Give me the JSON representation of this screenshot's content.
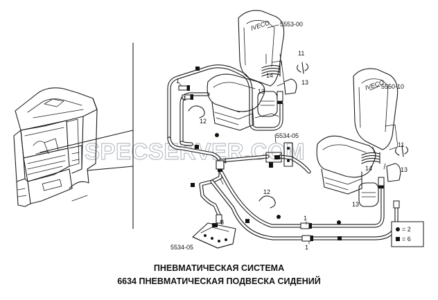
{
  "labels": {
    "seat_top_code": "5553-00",
    "seat_right_code": "5550-10",
    "valve_code": "5534-05",
    "bottom_code": "5534-05",
    "n11a": "11",
    "n14a": "14",
    "n13a": "13",
    "n13b": "13",
    "n1a": "1",
    "n1b": "1",
    "n12a": "12",
    "n4": "4",
    "n8": "8",
    "n11b": "11",
    "n14b": "14",
    "n13c": "13",
    "n13d": "13",
    "n12b": "12",
    "n1c": "1",
    "n1d": "1"
  },
  "seat_brand": "IVECO",
  "legend": {
    "circle": "= 2",
    "square": "= 6"
  },
  "caption": {
    "line1": "ПНЕВМАТИЧЕСКАЯ СИСТЕМА",
    "line2": "6634  ПНЕВМАТИЧЕСКАЯ ПОДВЕСКА СИДЕНИЙ"
  },
  "watermark": "SPECSERVER.COM"
}
